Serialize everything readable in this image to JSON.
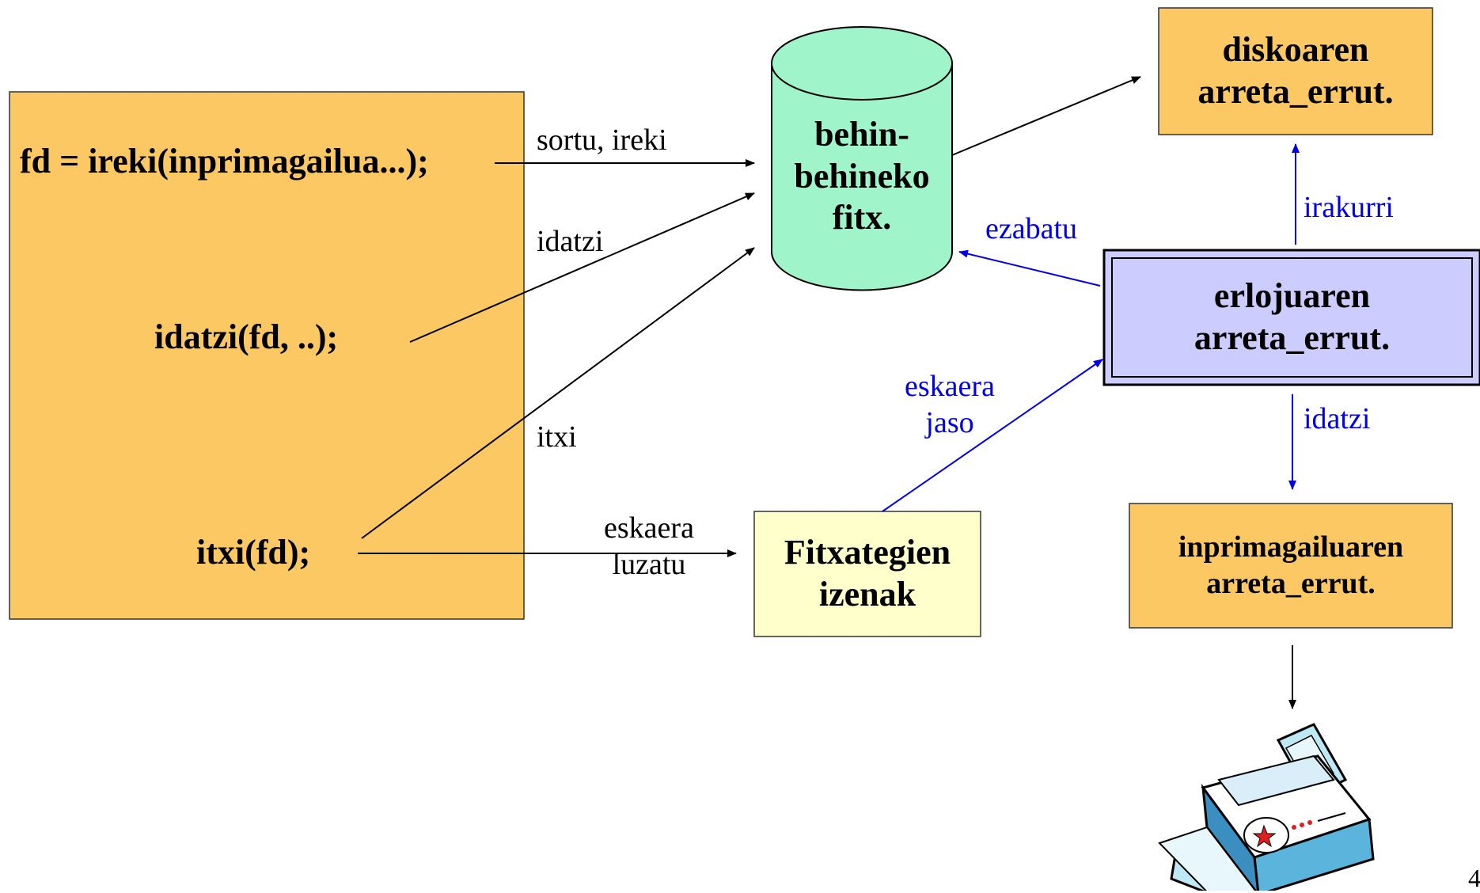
{
  "process": {
    "code_open": "fd = ireki(inprimagailua...);",
    "code_write": "idatzi(fd, ..);",
    "code_close": "itxi(fd);"
  },
  "temp_file": {
    "line1": "behin-",
    "line2": "behineko",
    "line3": "fitx."
  },
  "disk_handler": {
    "line1": "diskoaren",
    "line2": "arreta_errut."
  },
  "clock_handler": {
    "line1": "erlojuaren",
    "line2": "arreta_errut."
  },
  "printer_handler": {
    "line1": "inprimagailuaren",
    "line2": "arreta_errut."
  },
  "file_names": {
    "line1": "Fitxategien",
    "line2": "izenak"
  },
  "edges": {
    "create_open": "sortu, ireki",
    "write": "idatzi",
    "close": "itxi",
    "extend_request_1": "eskaera",
    "extend_request_2": "luzatu",
    "delete": "ezabatu",
    "receive_request_1": "eskaera",
    "receive_request_2": "jaso",
    "read": "irakurri",
    "write_printer": "idatzi"
  },
  "printer": {
    "icon": "printer-icon"
  },
  "page_number": "4",
  "colors": {
    "process_box": "#FBC864",
    "handler_box": "#FBC864",
    "cylinder": "#9FF5C9",
    "clock_box": "#CCCCFF",
    "file_names_box": "#FFFFCC",
    "blue_arrows": "#0000EE"
  }
}
